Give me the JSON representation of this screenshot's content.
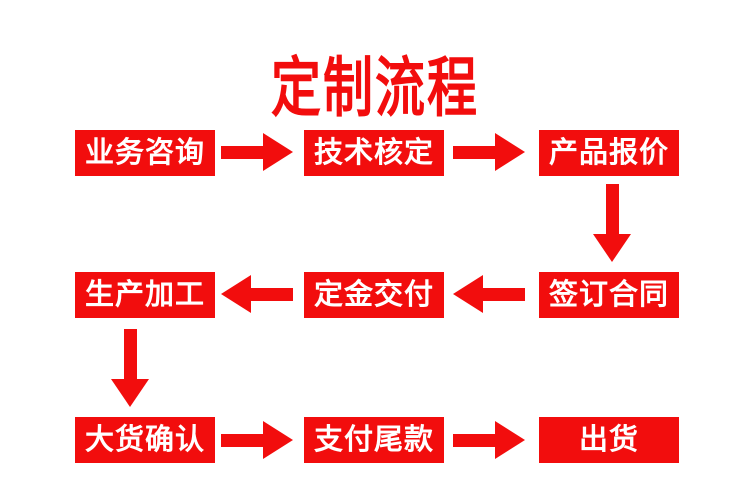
{
  "title": "定制流程",
  "colors": {
    "accent": "#f20d0d",
    "node_text": "#ffffff",
    "background": "#ffffff"
  },
  "diagram": {
    "type": "flowchart",
    "rows": [
      {
        "direction": "right",
        "nodes": [
          "业务咨询",
          "技术核定",
          "产品报价"
        ]
      },
      {
        "direction": "left",
        "nodes": [
          "生产加工",
          "定金交付",
          "签订合同"
        ]
      },
      {
        "direction": "right",
        "nodes": [
          "大货确认",
          "支付尾款",
          "出货"
        ]
      }
    ],
    "sequence": [
      "业务咨询",
      "技术核定",
      "产品报价",
      "签订合同",
      "定金交付",
      "生产加工",
      "大货确认",
      "支付尾款",
      "出货"
    ],
    "connectors": [
      {
        "from": "业务咨询",
        "to": "技术核定",
        "direction": "right"
      },
      {
        "from": "技术核定",
        "to": "产品报价",
        "direction": "right"
      },
      {
        "from": "产品报价",
        "to": "签订合同",
        "direction": "down"
      },
      {
        "from": "签订合同",
        "to": "定金交付",
        "direction": "left"
      },
      {
        "from": "定金交付",
        "to": "生产加工",
        "direction": "left"
      },
      {
        "from": "生产加工",
        "to": "大货确认",
        "direction": "down"
      },
      {
        "from": "大货确认",
        "to": "支付尾款",
        "direction": "right"
      },
      {
        "from": "支付尾款",
        "to": "出货",
        "direction": "right"
      }
    ]
  }
}
